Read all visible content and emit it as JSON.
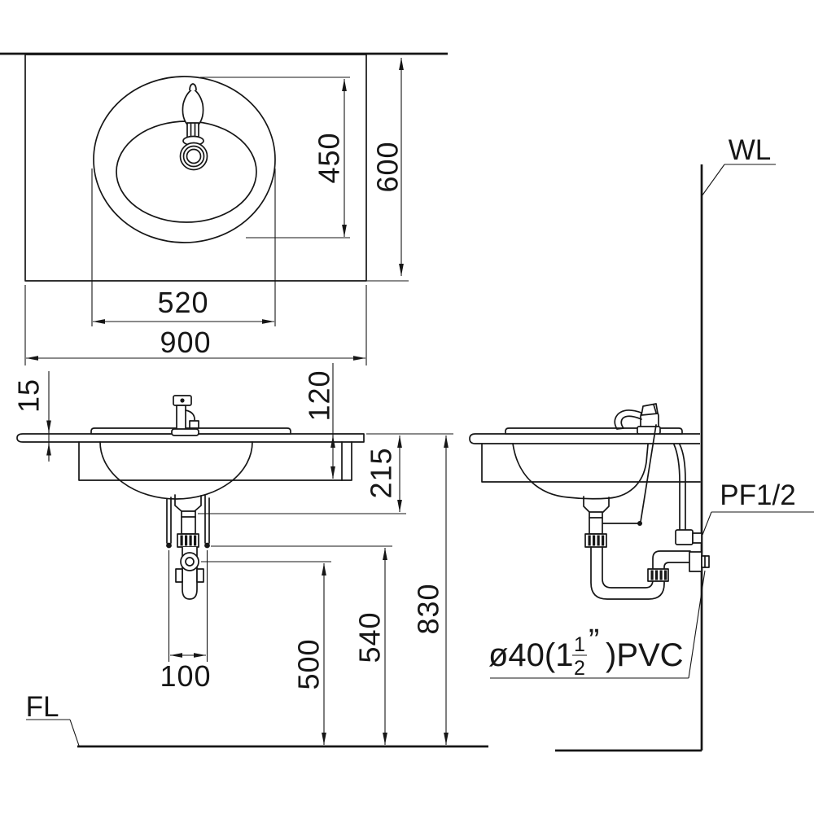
{
  "colors": {
    "line": "#161616",
    "background": "#ffffff"
  },
  "top_view": {
    "basin_cutout_length": "450",
    "counter_depth": "600",
    "basin_cutout_width": "520",
    "counter_width": "900"
  },
  "front_view": {
    "countertop_thickness": "15",
    "counter_edge_height": "120",
    "drain_tail_depth": "215",
    "counter_top_height": "830",
    "supply_stub_height": "540",
    "trap_outlet_height": "500",
    "supply_spacing": "100",
    "floor_label": "FL"
  },
  "side_view": {
    "wall_label": "WL",
    "supply_fitting_label": "PF1/2",
    "drain_pipe_spec": {
      "prefix": "ø40(1",
      "fraction_numerator": "1",
      "fraction_denominator": "2",
      "inch_mark": "”",
      "suffix": ")PVC"
    }
  }
}
